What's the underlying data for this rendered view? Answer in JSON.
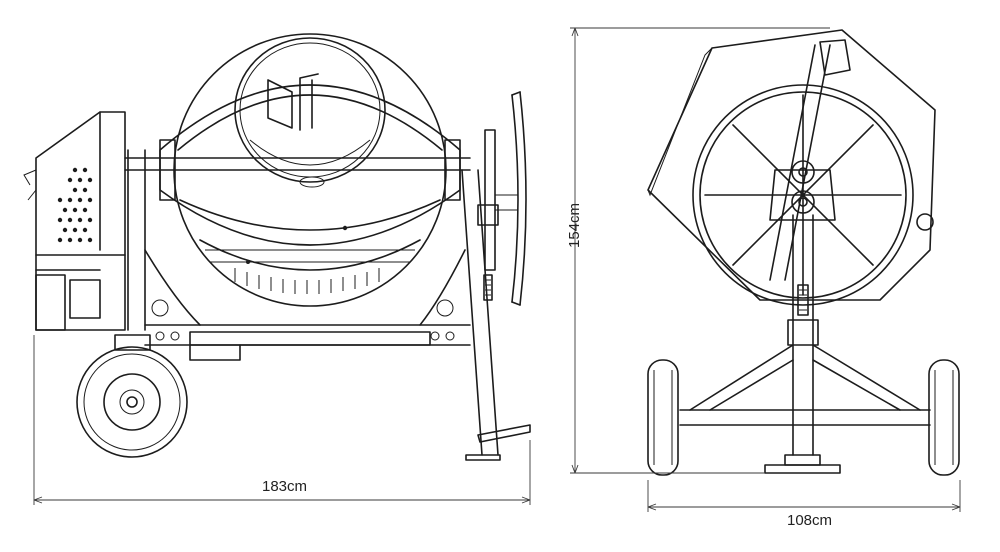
{
  "dimensions": {
    "side_width": "183cm",
    "front_width": "108cm",
    "height": "154cm"
  }
}
